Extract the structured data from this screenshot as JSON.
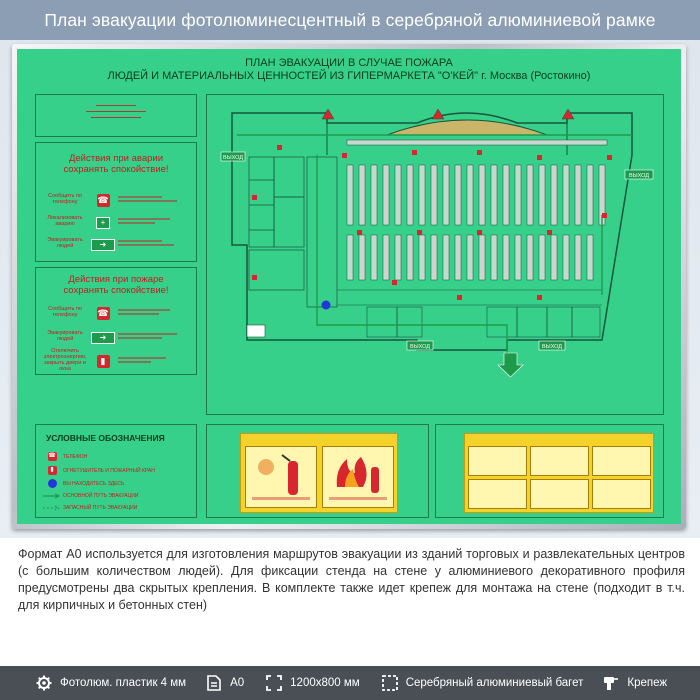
{
  "banner": {
    "title": "План эвакуации фотолюминесцентный в серебряной алюминиевой рамке"
  },
  "plan": {
    "title_line1": "ПЛАН ЭВАКУАЦИИ В СЛУЧАЕ ПОЖАРА",
    "title_line2": "ЛЮДЕЙ И МАТЕРИАЛЬНЫХ ЦЕННОСТЕЙ ИЗ ГИПЕРМАРКЕТА \"О'КЕЙ\" г. Москва (Ростокино)",
    "accident_panel": {
      "title": "Действия при аварии сохранять спокойствие!",
      "rows": [
        "Сообщить по телефону",
        "Локализовать аварию",
        "Эвакуировать людей"
      ]
    },
    "fire_panel": {
      "title": "Действия при пожаре сохранять спокойствие!",
      "rows": [
        "Сообщить по телефону",
        "Эвакуировать людей",
        "Отключить электроэнергию, закрыть двери и окна"
      ]
    },
    "legend": {
      "title": "УСЛОВНЫЕ ОБОЗНАЧЕНИЯ",
      "items": [
        {
          "symbol": "phone",
          "text": "ТЕЛЕФОН"
        },
        {
          "symbol": "extinguisher",
          "text": "ОГНЕТУШИТЕЛЬ И ПОЖАРНЫЙ КРАН"
        },
        {
          "symbol": "you-are-here",
          "text": "ВЫ НАХОДИТЕСЬ ЗДЕСЬ"
        },
        {
          "symbol": "main-route",
          "text": "ОСНОВНОЙ ПУТЬ ЭВАКУАЦИИ"
        },
        {
          "symbol": "spare-route",
          "text": "ЗАПАСНЫЙ ПУТЬ ЭВАКУАЦИИ"
        }
      ]
    },
    "exits": [
      "ВЫХОД",
      "ВЫХОД",
      "ВЫХОД",
      "ВЫХОД"
    ],
    "colors": {
      "board": "#37d08a",
      "red": "#d7262e",
      "green_sign": "#1e9a4b",
      "yellow": "#f4d22a"
    }
  },
  "description": "Формат А0 используется для изготовления маршрутов эвакуации из зданий торговых и развлекательных центров (с большим количеством людей). Для фиксации стенда на стене у алюминиевого декоративного профиля предусмотрены два скрытых крепления. В комплекте также идет крепеж для монтажа на стене (подходит в т.ч. для кирпичных и бетонных стен)",
  "features": [
    {
      "icon": "gear-icon",
      "label": "Фотолюм. пластик 4 мм"
    },
    {
      "icon": "document-icon",
      "label": "А0"
    },
    {
      "icon": "expand-icon",
      "label": "1200x800 мм"
    },
    {
      "icon": "frame-icon",
      "label": "Серебряный алюминиевый багет"
    },
    {
      "icon": "drill-icon",
      "label": "Крепеж"
    }
  ]
}
